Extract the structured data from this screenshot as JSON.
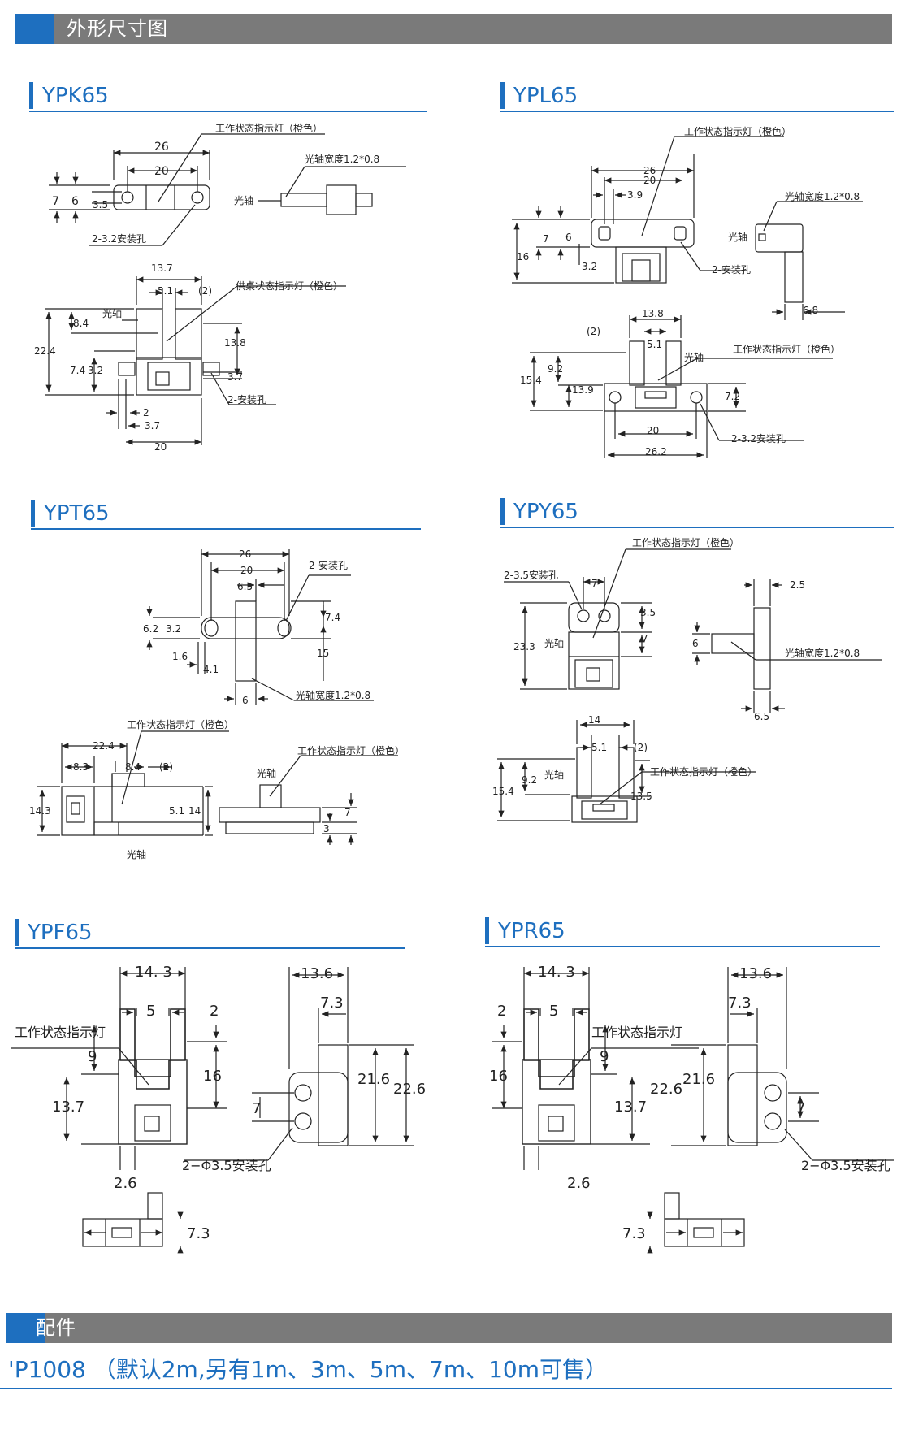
{
  "sections": {
    "dimensions": "外形尺寸图",
    "accessories": "配件"
  },
  "models": {
    "ypk65": "YPK65",
    "ypl65": "YPL65",
    "ypt65": "YPT65",
    "ypy65": "YPY65",
    "ypf65": "YPF65",
    "ypr65": "YPR65"
  },
  "labels": {
    "work_led": "工作状态指示灯（橙色）",
    "supply_led": "供桌状态指示灯（橙色）",
    "optical_axis": "光轴",
    "axis_width": "光轴宽度1.2*0.8",
    "hole_32": "2-3.2安装孔",
    "hole_2": "2-安装孔",
    "hole_35": "2-3.5安装孔",
    "hole_phi35": "2−Φ3.5安装孔",
    "work_led_plain": "工作状态指示灯"
  },
  "dims": {
    "ypk65": [
      "26",
      "20",
      "7",
      "6",
      "3.5",
      "13.7",
      "5.1",
      "(2)",
      "8.4",
      "22.4",
      "13.8",
      "7.4",
      "3.2",
      "3.7",
      "2",
      "3.7",
      "20"
    ],
    "ypl65": [
      "26",
      "20",
      "3.9",
      "7",
      "6",
      "16",
      "3.2",
      "6.8",
      "13.8",
      "5.1",
      "(2)",
      "9.2",
      "15.4",
      "13.9",
      "7.2",
      "20",
      "26.2"
    ],
    "ypt65": [
      "26",
      "20",
      "6.5",
      "7.4",
      "6.2",
      "3.2",
      "15",
      "1.6",
      "4.1",
      "6",
      "22.4",
      "8.3",
      "8.4",
      "(2)",
      "14.3",
      "5.1",
      "14",
      "7",
      "3"
    ],
    "ypy65": [
      "7",
      "3.5",
      "7",
      "23.3",
      "2.5",
      "6",
      "6.5",
      "14",
      "5.1",
      "(2)",
      "9.2",
      "15.4",
      "13.5"
    ],
    "ypf65": [
      "14. 3",
      "5",
      "2",
      "9",
      "16",
      "13.7",
      "2.6",
      "13.6",
      "7.3",
      "21.6",
      "22.6",
      "7",
      "7.3"
    ],
    "ypr65": [
      "14. 3",
      "5",
      "2",
      "9",
      "16",
      "13.7",
      "2.6",
      "13.6",
      "7.3",
      "21.6",
      "22.6",
      "7",
      "7.3"
    ]
  },
  "accessory_line": "'P1008 （默认2m,另有1m、3m、5m、7m、10m可售）"
}
